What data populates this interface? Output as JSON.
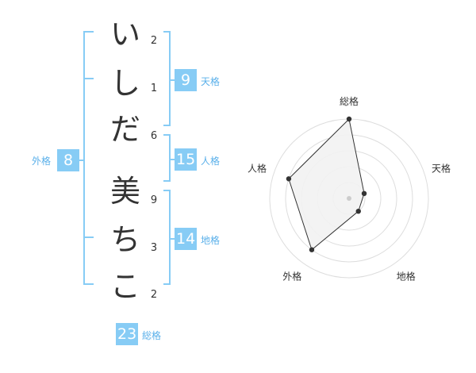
{
  "name": {
    "chars": [
      "い",
      "し",
      "だ",
      "美",
      "ち",
      "こ"
    ],
    "strokes": [
      "2",
      "1",
      "6",
      "9",
      "3",
      "2"
    ]
  },
  "fortune": {
    "tenkaku": {
      "value": "9",
      "label": "天格"
    },
    "jinkaku": {
      "value": "15",
      "label": "人格"
    },
    "chikaku": {
      "value": "14",
      "label": "地格"
    },
    "gaikaku": {
      "value": "8",
      "label": "外格"
    },
    "soukaku": {
      "value": "23",
      "label": "総格"
    }
  },
  "colors": {
    "accent": "#87ccf5",
    "accent_text": "#5ab0ea",
    "bracket": "#87ccf5",
    "radar_fill": "#f2f2f2",
    "grid": "#dddddd"
  },
  "chart_data": {
    "type": "radar",
    "axes": [
      "総格",
      "天格",
      "地格",
      "外格",
      "人格"
    ],
    "values": [
      5,
      1,
      1,
      4,
      4
    ],
    "rmax": 5,
    "rings": 5
  }
}
